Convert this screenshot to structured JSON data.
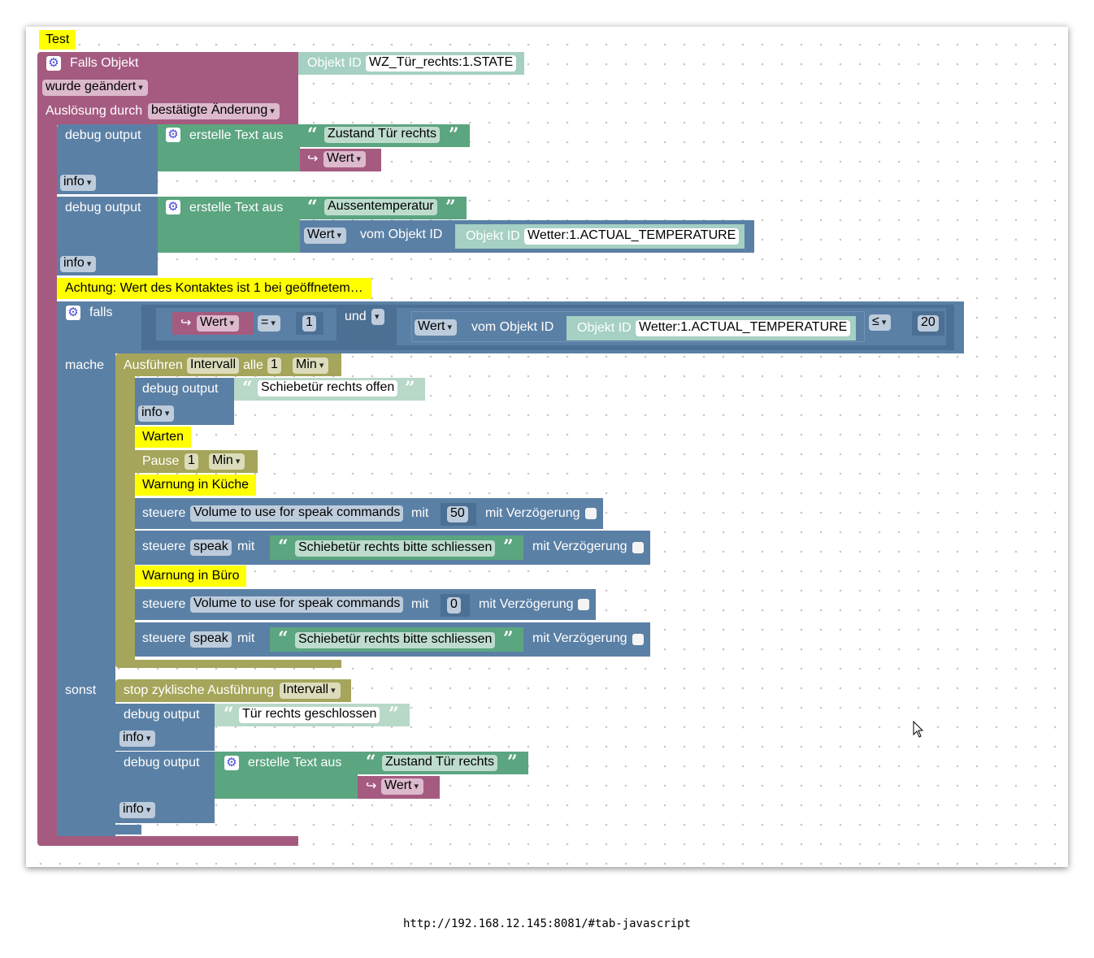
{
  "workspace": {
    "script_comment": "Test",
    "trigger": {
      "label": "Falls Objekt",
      "objekt_id_label": "Objekt ID",
      "objekt_id_value": "WZ_Tür_rechts:1.STATE",
      "condition": "wurde geändert",
      "ausloesung_label": "Auslösung durch",
      "ausloesung_value": "bestätigte Änderung"
    },
    "debug1": {
      "label": "debug output",
      "text_join": "erstelle Text aus",
      "text": "Zustand Tür rechts",
      "wert": "Wert",
      "level": "info"
    },
    "debug2": {
      "label": "debug output",
      "text_join": "erstelle Text aus",
      "text": "Aussentemperatur",
      "wert": "Wert",
      "vom_objekt": "vom Objekt ID",
      "objekt_id_label": "Objekt ID",
      "objekt_id_value": "Wetter:1.ACTUAL_TEMPERATURE",
      "level": "info"
    },
    "comment_contact": "Achtung: Wert des Kontaktes ist 1 bei geöffnetem…",
    "if_block": {
      "falls": "falls",
      "wert": "Wert",
      "eq_op": "=",
      "eq_value": "1",
      "und": "und",
      "wert2": "Wert",
      "vom_objekt": "vom Objekt ID",
      "objekt_id_label": "Objekt ID",
      "objekt_id_value": "Wetter:1.ACTUAL_TEMPERATURE",
      "le_op": "≤",
      "le_value": "20",
      "mache": "mache",
      "sonst": "sonst"
    },
    "interval": {
      "ausfuehren": "Ausführen",
      "name": "Intervall",
      "alle": "alle",
      "value": "1",
      "unit": "Min"
    },
    "debug3": {
      "label": "debug output",
      "text": "Schiebetür rechts offen",
      "level": "info"
    },
    "comment_warten": "Warten",
    "pause": {
      "label": "Pause",
      "value": "1",
      "unit": "Min"
    },
    "comment_kueche": "Warnung in Küche",
    "control1": {
      "steuere": "steuere",
      "target": "Volume to use for speak commands",
      "mit": "mit",
      "value": "50",
      "delay": "mit Verzögerung"
    },
    "control2": {
      "steuere": "steuere",
      "target": "speak",
      "mit": "mit",
      "text": "Schiebetür rechts bitte schliessen",
      "delay": "mit Verzögerung"
    },
    "comment_buero": "Warnung in Büro",
    "control3": {
      "steuere": "steuere",
      "target": "Volume to use for speak commands",
      "mit": "mit",
      "value": "0",
      "delay": "mit Verzögerung"
    },
    "control4": {
      "steuere": "steuere",
      "target": "speak",
      "mit": "mit",
      "text": "Schiebetür rechts bitte schliessen",
      "delay": "mit Verzögerung"
    },
    "stop": {
      "label": "stop zyklische Ausführung",
      "name": "Intervall"
    },
    "debug4": {
      "label": "debug output",
      "text": "Tür rechts geschlossen",
      "level": "info"
    },
    "debug5": {
      "label": "debug output",
      "text_join": "erstelle Text aus",
      "text": "Zustand Tür rechts",
      "wert": "Wert",
      "level": "info"
    }
  },
  "url": "http://192.168.12.145:8081/#tab-javascript",
  "colors": {
    "event": "#a55b80",
    "logic": "#5b80a5",
    "text": "#5ba580",
    "loop": "#a5a55b",
    "comment": "#ffff00"
  }
}
